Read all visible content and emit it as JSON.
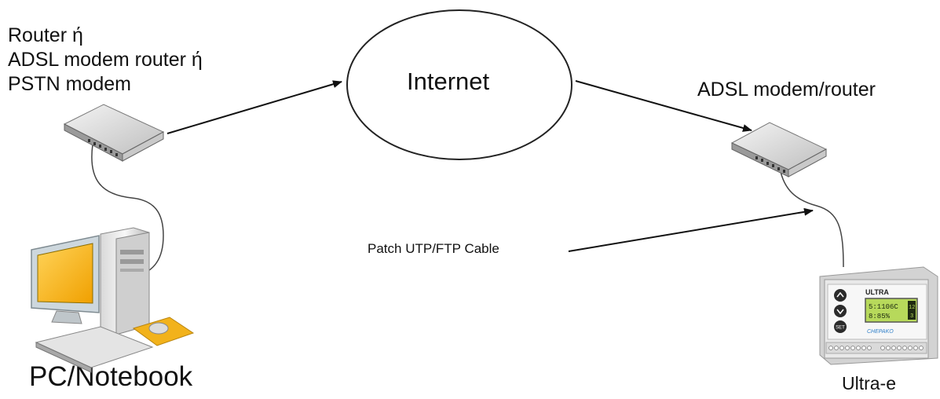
{
  "labels": {
    "left_device": [
      "Router ή",
      "ADSL modem router ή",
      "PSTN modem"
    ],
    "internet": "Internet",
    "right_device": "ADSL modem/router",
    "cable": "Patch UTP/FTP Cable",
    "pc": "PC/Notebook",
    "controller": "Ultra-e"
  },
  "controller_screen": {
    "brand": "ULTRA",
    "line1": "5:1106C",
    "line2": "8:85%",
    "side_digits": [
      "12",
      "3"
    ],
    "set_button": "SET",
    "logo_text": "CHEPAKO"
  },
  "colors": {
    "lcd": "#b7d95b",
    "monitor_screen": "#f6b415",
    "mousepad": "#f2b21b",
    "controller_logo": "#2f7fc9"
  }
}
